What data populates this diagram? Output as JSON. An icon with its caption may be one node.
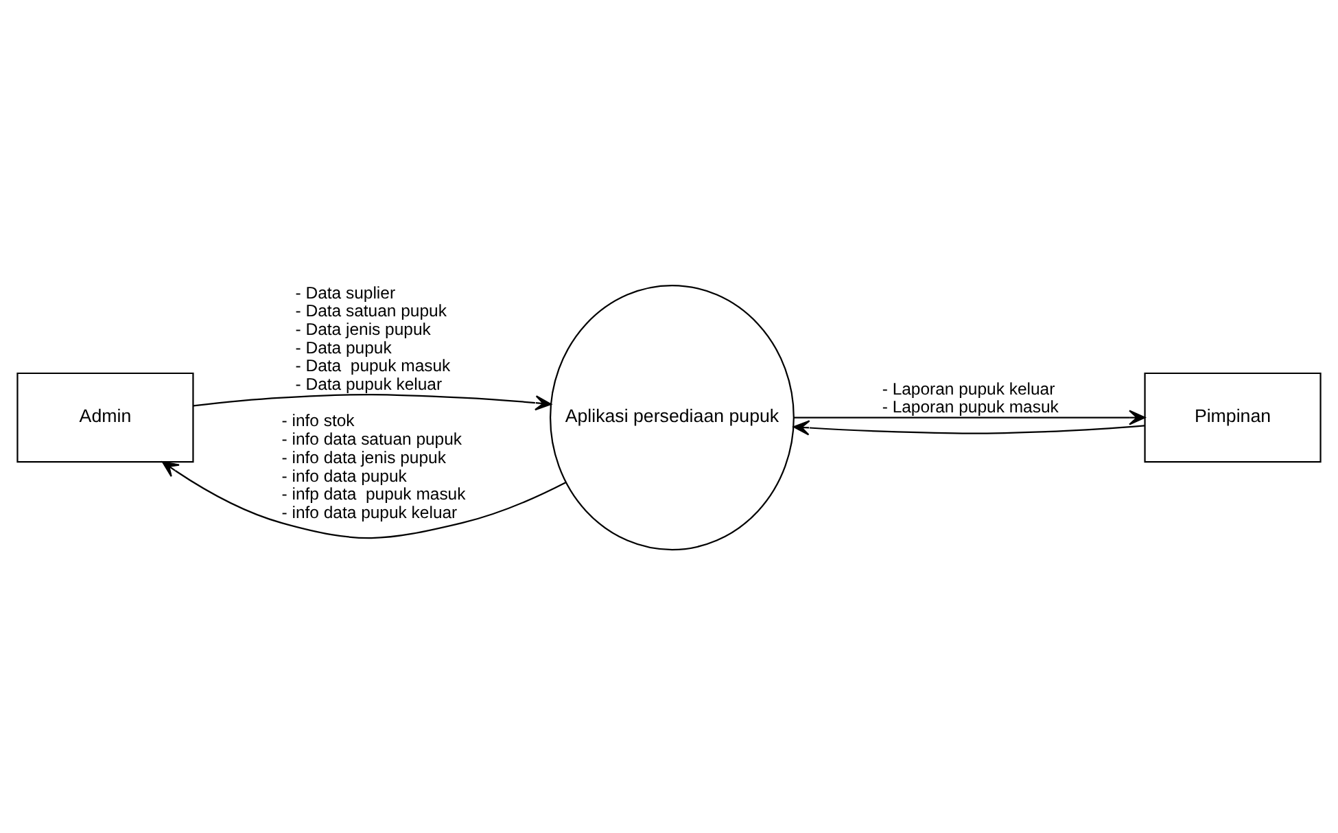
{
  "diagram": {
    "nodes": [
      {
        "text": [
          "Admin"
        ]
      },
      {
        "text": [
          "Aplikasi persediaan pupuk"
        ]
      },
      {
        "text": [
          "Pimpinan"
        ]
      }
    ],
    "edges": [
      {
        "from": 0,
        "to": 1,
        "arrow": "to",
        "label": "- Data suplier - Data satuan pupuk - Data jenis pupuk - Data pupuk - Data  pupuk masuk - Data pupuk keluar"
      },
      {
        "from": 1,
        "to": 0,
        "arrow": "to",
        "label": "- info stok - info data satuan pupuk - info data jenis pupuk - info data pupuk - infp data  pupuk masuk - info data pupuk keluar"
      },
      {
        "from": 1,
        "to": 2,
        "arrow": "to",
        "label": "- Laporan pupuk keluar - Laporan pupuk masuk"
      },
      {
        "from": 2,
        "to": 1,
        "arrow": "to"
      }
    ]
  }
}
